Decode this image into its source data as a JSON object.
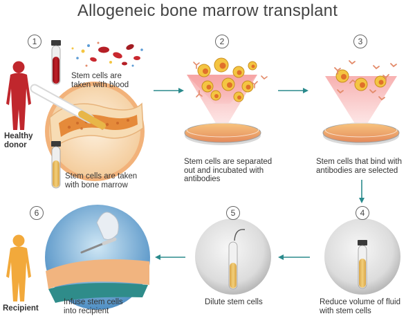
{
  "title": "Allogeneic bone marrow transplant",
  "donor_label": [
    "Healthy",
    "donor"
  ],
  "recipient_label": "Recipient",
  "steps": [
    {
      "number": "1",
      "captions": [
        [
          "Stem cells are",
          "taken with blood"
        ],
        [
          "Stem cells are taken",
          "with bone marrow"
        ]
      ]
    },
    {
      "number": "2",
      "caption": [
        "Stem cells are separated",
        "out and incubated with",
        "antibodies"
      ]
    },
    {
      "number": "3",
      "caption": [
        "Stem cells that bind with",
        "antibodies are selected"
      ]
    },
    {
      "number": "4",
      "caption": [
        "Reduce volume of fluid",
        "with stem cells"
      ]
    },
    {
      "number": "5",
      "caption": [
        "Dilute stem cells"
      ]
    },
    {
      "number": "6",
      "caption": [
        "Infuse stem cells",
        "into recipient"
      ]
    }
  ],
  "colors": {
    "donor_figure": "#c0272d",
    "recipient_figure": "#f2a93b",
    "arrow": "#2a8a8c",
    "cell_body": "#f4c542",
    "cell_nucleus": "#e0702a",
    "antibody": "#e38b6a",
    "dish_fluid": "#f0b36b"
  },
  "icons": {
    "donor": "human-figure-icon",
    "recipient": "human-figure-icon",
    "arrow": "arrow-right-icon"
  }
}
